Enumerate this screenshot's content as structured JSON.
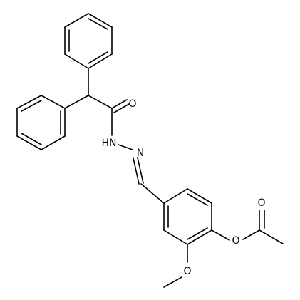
{
  "diagram": {
    "labels": {
      "carbonyl_o": "O",
      "hydrazide_nh": "HN",
      "imine_n": "N",
      "ester_o": "O",
      "acetyl_o": "O",
      "methoxy_o": "O"
    }
  }
}
